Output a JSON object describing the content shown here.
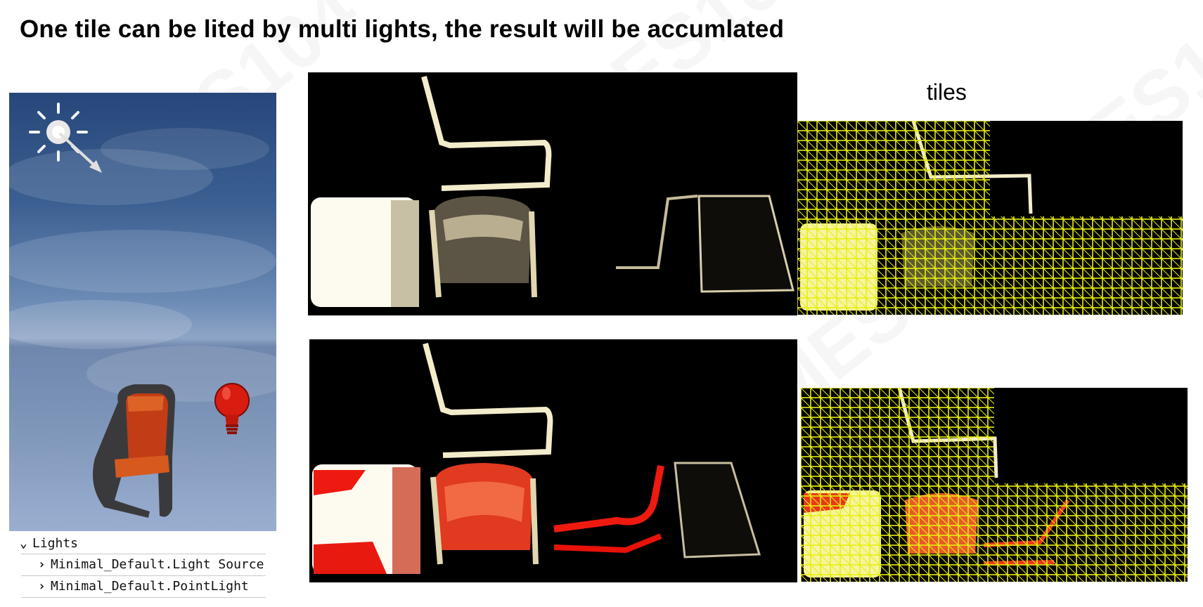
{
  "slide": {
    "title": "One tile can be lited by multi lights, the result will be accumlated",
    "tiles_label": "tiles"
  },
  "outliner": {
    "group_label": "Lights",
    "items": [
      {
        "label": "Minimal_Default.Light Source"
      },
      {
        "label": "Minimal_Default.PointLight"
      }
    ]
  },
  "icons": {
    "sun": "directional-light-icon",
    "bulb": "point-light-icon",
    "chevron_open": "chevron-down-icon",
    "chevron_closed": "chevron-right-icon"
  },
  "colors": {
    "tile_grid": "#e8ee10",
    "point_light": "#d81c10",
    "sky_top": "#27477a"
  }
}
